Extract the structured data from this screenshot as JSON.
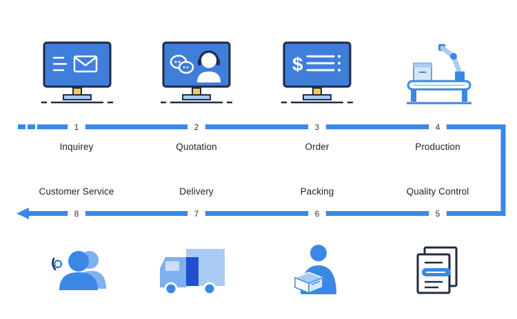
{
  "flow": {
    "top_row": [
      {
        "number": "1",
        "label": "Inquirey"
      },
      {
        "number": "2",
        "label": "Quotation"
      },
      {
        "number": "3",
        "label": "Order"
      },
      {
        "number": "4",
        "label": "Production"
      }
    ],
    "bottom_row": [
      {
        "number": "8",
        "label": "Customer Service"
      },
      {
        "number": "7",
        "label": "Delivery"
      },
      {
        "number": "6",
        "label": "Packing"
      },
      {
        "number": "5",
        "label": "Quality Control"
      }
    ]
  },
  "icons": {
    "step1": "monitor-mail-icon",
    "step2": "monitor-chat-support-icon",
    "step3": "monitor-invoice-icon",
    "step4": "robot-arm-production-icon",
    "step5": "quality-document-icon",
    "step6": "person-box-icon",
    "step7": "delivery-truck-icon",
    "step8": "customer-service-users-icon"
  },
  "colors": {
    "flow_blue": "#3a87e6",
    "screen_blue": "#3f7ed9",
    "dark_outline": "#1f2a44",
    "yellow": "#f2cc4d",
    "light_blue": "#a9cbf4"
  }
}
